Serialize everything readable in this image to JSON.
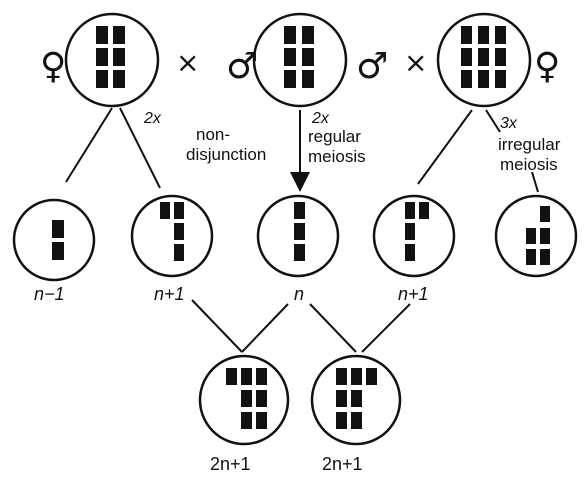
{
  "parents": {
    "female_symbol": "♀",
    "cross_symbol": "×",
    "male_symbol": "♂",
    "left_ploidy": "2x",
    "middle_ploidy": "2x",
    "right_ploidy": "3x"
  },
  "processes": {
    "nondisjunction_line1": "non-",
    "nondisjunction_line2": "disjunction",
    "regular_line1": "regular",
    "regular_line2": "meiosis",
    "irregular_line1": "irregular",
    "irregular_line2": "meiosis"
  },
  "gametes": {
    "a": "n−1",
    "b": "n+1",
    "c": "n",
    "d": "n+1"
  },
  "offspring": {
    "left": "2n+1",
    "right": "2n+1"
  },
  "colors": {
    "ink": "#111111"
  }
}
